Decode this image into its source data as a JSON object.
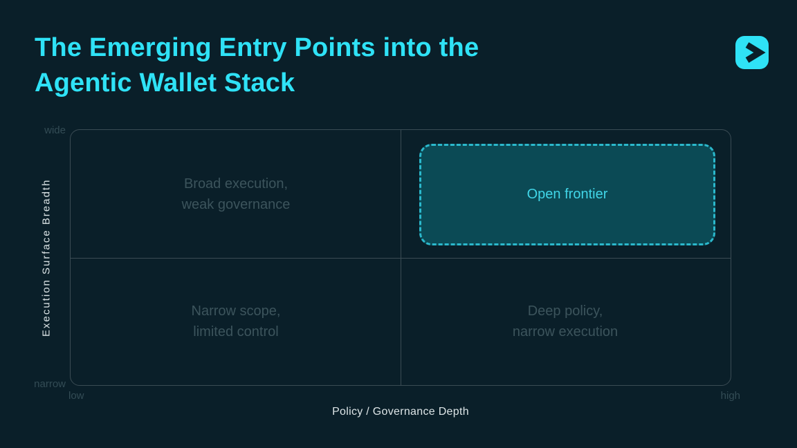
{
  "colors": {
    "background": "#0a1f29",
    "accent_cyan": "#2fe2f6",
    "frame_border": "#3b4c54",
    "muted_quadrant_text": "#3c545c",
    "tick_label": "#334c55",
    "axis_title": "#dde5e7",
    "highlight_fill": "#0b4a55",
    "highlight_border": "#2bb8cc",
    "highlight_text": "#41d6e8"
  },
  "header": {
    "title_line1": "The Emerging Entry Points into the",
    "title_line2": "Agentic Wallet Stack",
    "logo_icon": "chevron-right-icon"
  },
  "matrix": {
    "x_axis": {
      "title": "Policy / Governance Depth",
      "min_label": "low",
      "max_label": "high"
    },
    "y_axis": {
      "title": "Execution Surface Breadth",
      "min_label": "narrow",
      "max_label": "wide"
    },
    "quadrants": {
      "top_left": {
        "line1": "Broad execution,",
        "line2": "weak governance"
      },
      "top_right": {
        "label": "Open frontier",
        "highlighted": true
      },
      "bottom_left": {
        "line1": "Narrow scope,",
        "line2": "limited control"
      },
      "bottom_right": {
        "line1": "Deep policy,",
        "line2": "narrow execution"
      }
    }
  }
}
